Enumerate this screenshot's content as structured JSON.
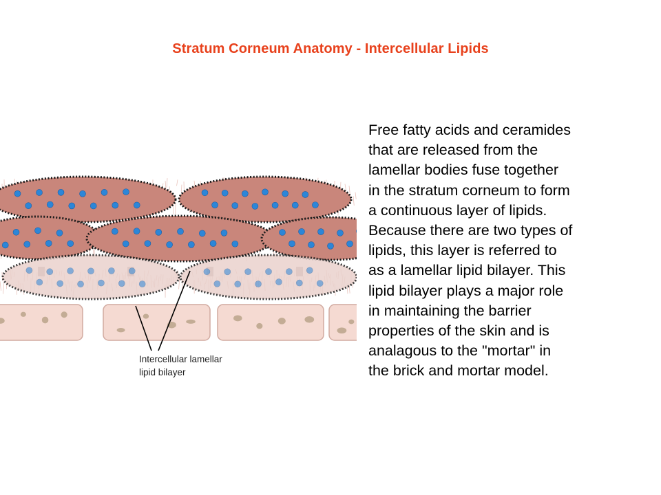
{
  "title": "Stratum Corneum Anatomy - Intercellular Lipids",
  "diagram": {
    "callout_line1": "Intercellular lamellar",
    "callout_line2": "lipid bilayer"
  },
  "body_lines": [
    "Free fatty acids and ceramides",
    "that are released from the",
    "lamellar bodies fuse together",
    "in the stratum corneum to form",
    "a continuous layer of lipids.",
    "Because there are two types of",
    "lipids, this layer is referred to",
    "as a lamellar lipid bilayer. This",
    "lipid bilayer plays a major role",
    "in maintaining the barrier",
    "properties of the skin and is",
    "analagous to the \"mortar\" in",
    "the brick and mortar model."
  ],
  "colors": {
    "title": "#e8411c",
    "cell_fill": "#c9867b",
    "cell_fill_faded": "#ead2cd",
    "lipid_blue": "#2c86d8",
    "brick_fill": "#f5dad2",
    "granule": "#c3ac95"
  }
}
